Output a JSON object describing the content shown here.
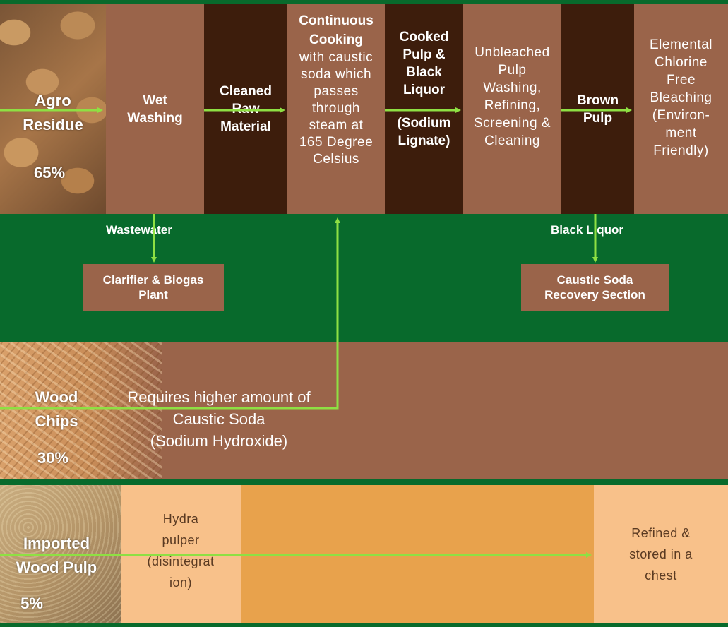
{
  "colors": {
    "background_green": "#086a2c",
    "light_brown": "#9a644a",
    "dark_brown": "#3d1d0c",
    "peach": "#f8c18a",
    "orange": "#e8a24c",
    "arrow_green": "#8ee043"
  },
  "agro": {
    "name": "Agro\nResidue",
    "percent": "65%",
    "steps": {
      "wet_washing": "Wet\nWashing",
      "cleaned_raw_material": "Cleaned\nRaw\nMaterial",
      "continuous_cooking_title": "Continuous\nCooking",
      "continuous_cooking_text": "with caustic\nsoda which\npasses\nthrough\nsteam at\n165 Degree\nCelsius",
      "cooked_pulp": "Cooked\nPulp &\nBlack\nLiquor",
      "sodium_lignate": "(Sodium\nLignate)",
      "unbleached_pulp": "Unbleached\nPulp\nWashing,\nRefining,\nScreening &\nCleaning",
      "brown_pulp": "Brown\nPulp",
      "ecf_bleaching": "Elemental\nChlorine\nFree\nBleaching\n(Environ-\nment\nFriendly)"
    },
    "side": {
      "wastewater_label": "Wastewater",
      "clarifier": "Clarifier & Biogas\nPlant",
      "black_liquor_label": "Black Liquor",
      "caustic_recovery": "Caustic Soda\nRecovery Section"
    }
  },
  "wood_chips": {
    "name": "Wood\nChips",
    "percent": "30%",
    "note": "Requires higher amount of\nCaustic Soda\n(Sodium Hydroxide)"
  },
  "imported": {
    "name": "Imported\nWood Pulp",
    "percent": "5%",
    "hydra_pulper": "Hydra\npulper\n(disintegrat\nion)",
    "refined": "Refined &\nstored in a\nchest"
  }
}
